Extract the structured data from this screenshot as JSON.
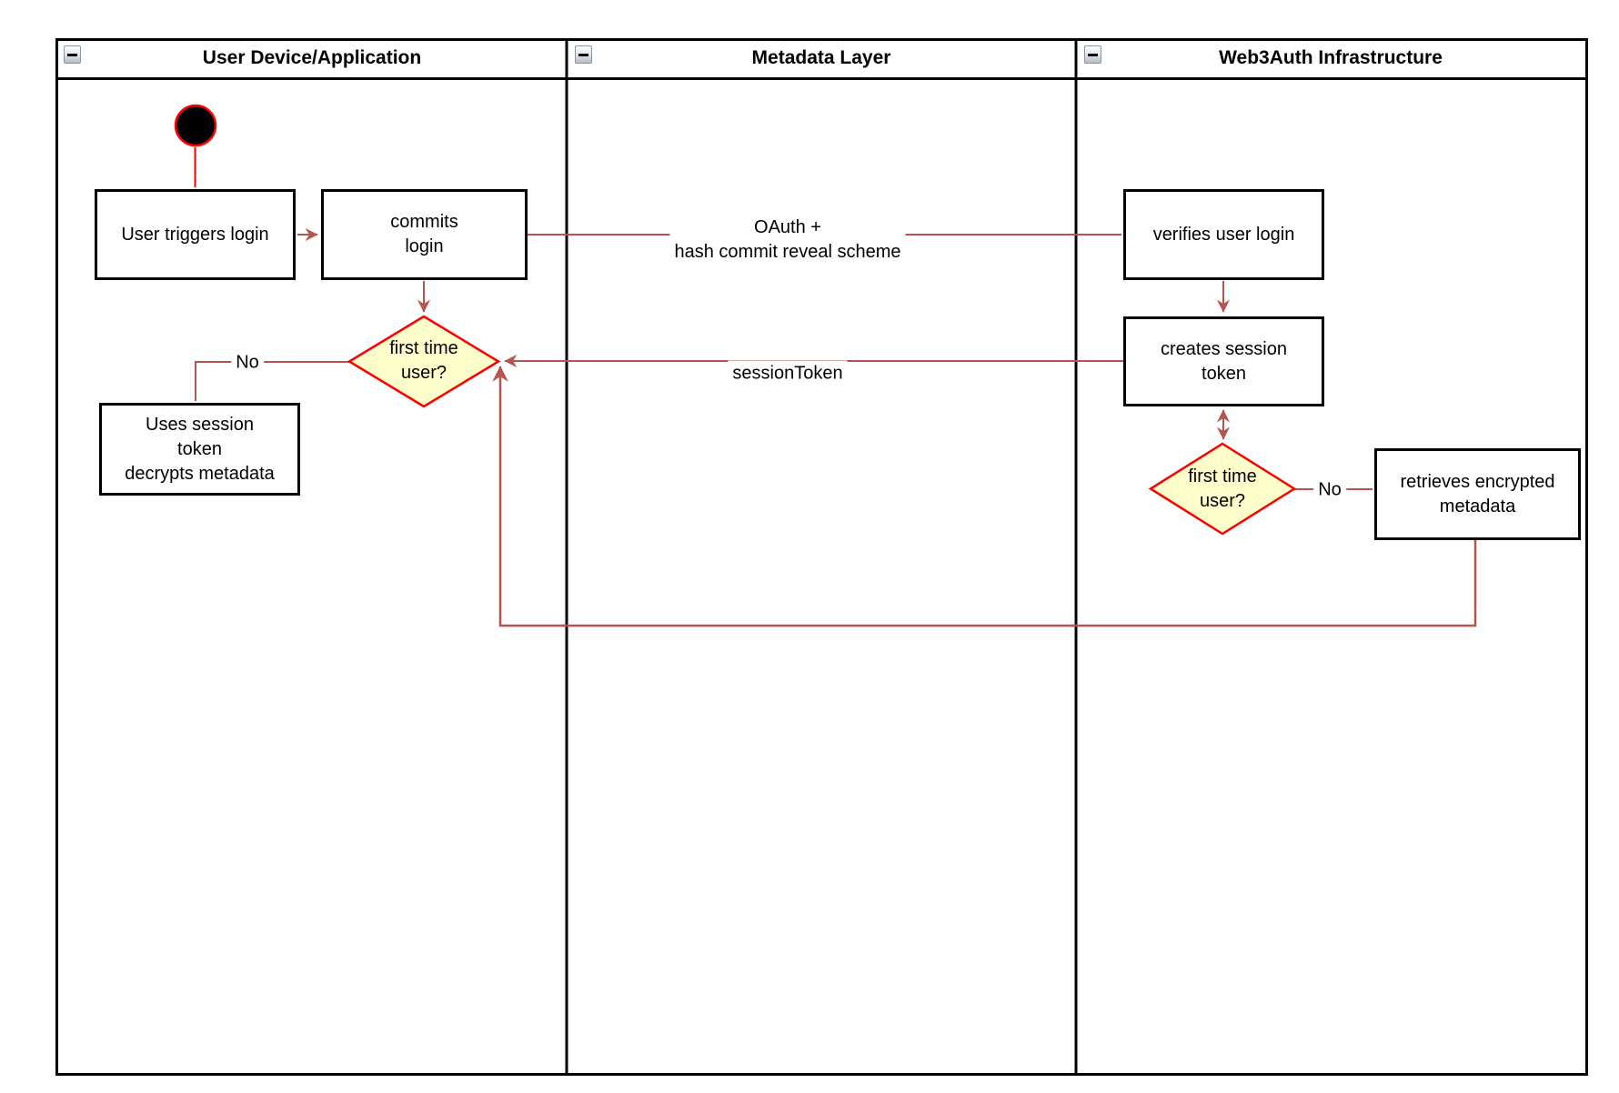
{
  "header": {
    "lanes": [
      {
        "title": "User Device/Application"
      },
      {
        "title": "Metadata Layer"
      },
      {
        "title": "Web3Auth Infrastructure"
      }
    ]
  },
  "nodes": {
    "start": "start-state",
    "user_triggers_login": "User triggers login",
    "commits_login": "commits\nlogin",
    "first_time_user_device": "first time\nuser?",
    "uses_session_token": "Uses session\ntoken\ndecrypts metadata",
    "verifies_user_login": "verifies user login",
    "creates_session_token": "creates session\ntoken",
    "first_time_user_web3auth": "first time\nuser?",
    "retrieves_encrypted_metadata": "retrieves encrypted\nmetadata"
  },
  "edge_labels": {
    "oauth": "OAuth +\nhash commit reveal scheme",
    "session_token": "sessionToken",
    "no_user_device": "No",
    "no_web3auth": "No"
  },
  "colors": {
    "edge": "#b85450",
    "highlight_red": "#ff0000",
    "decision_fill": "#ffffcc",
    "node_border": "#000000",
    "node_fill": "#ffffff",
    "lane_border": "#000000"
  }
}
